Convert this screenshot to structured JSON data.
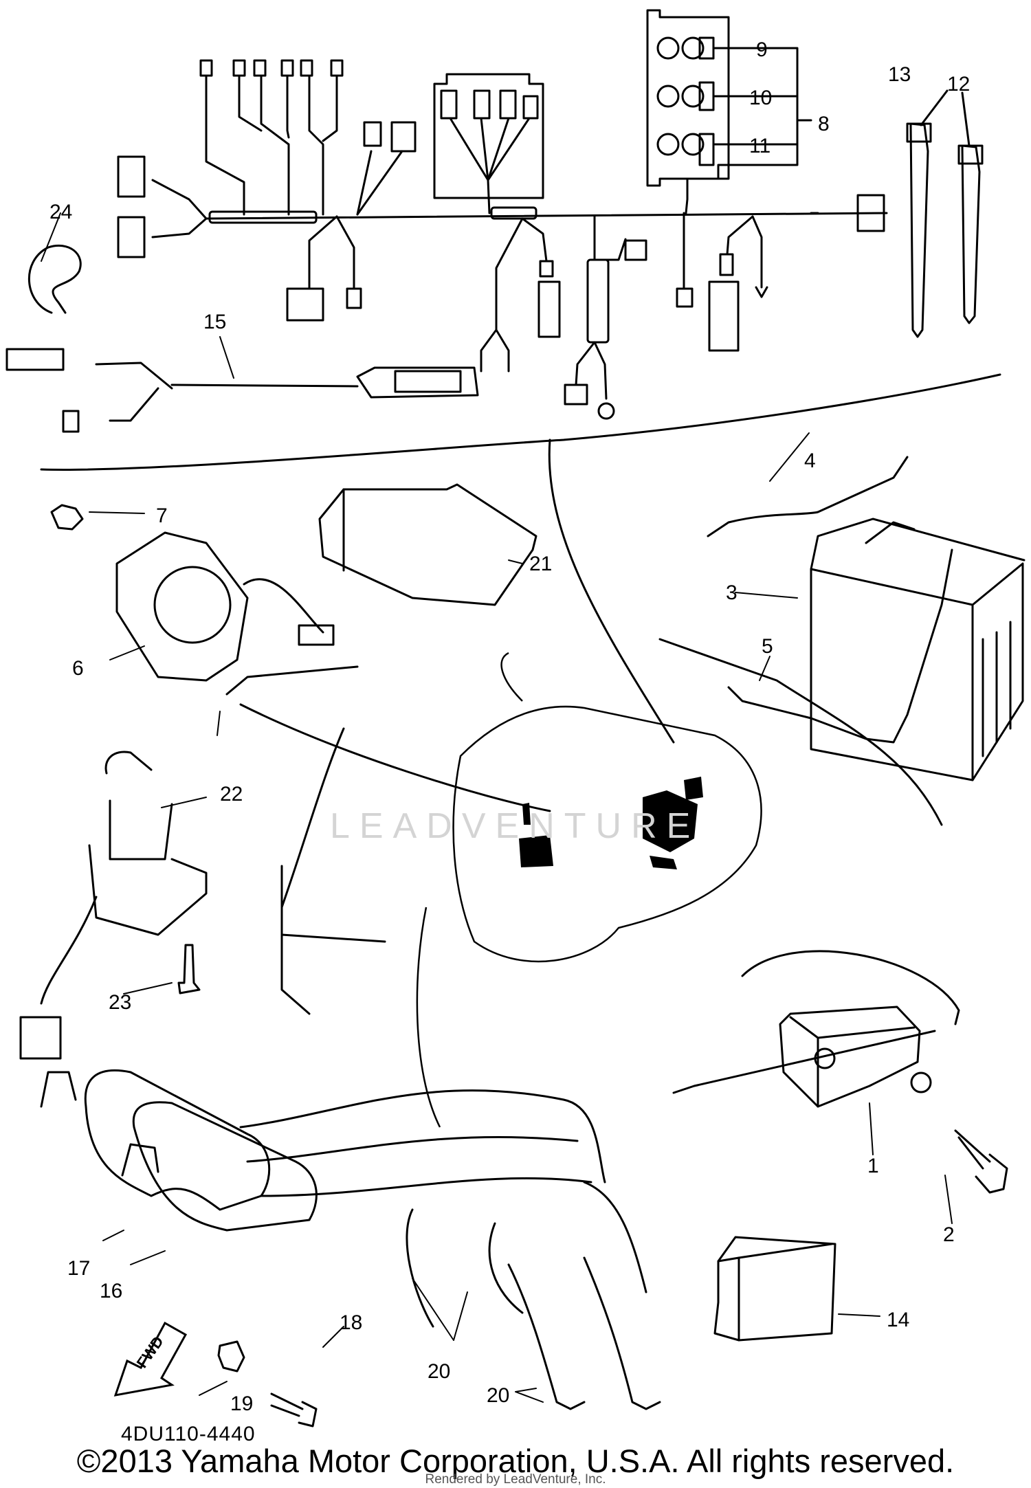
{
  "watermark": "LEADVENTURE",
  "callouts": [
    {
      "id": "c1",
      "text": "1"
    },
    {
      "id": "c2",
      "text": "2"
    },
    {
      "id": "c3",
      "text": "3"
    },
    {
      "id": "c4",
      "text": "4"
    },
    {
      "id": "c5",
      "text": "5"
    },
    {
      "id": "c6",
      "text": "6"
    },
    {
      "id": "c7",
      "text": "7"
    },
    {
      "id": "c8",
      "text": "8"
    },
    {
      "id": "c9",
      "text": "9"
    },
    {
      "id": "c10",
      "text": "10"
    },
    {
      "id": "c11",
      "text": "11"
    },
    {
      "id": "c12",
      "text": "12"
    },
    {
      "id": "c13",
      "text": "13"
    },
    {
      "id": "c14",
      "text": "14"
    },
    {
      "id": "c15",
      "text": "15"
    },
    {
      "id": "c16",
      "text": "16"
    },
    {
      "id": "c17",
      "text": "17"
    },
    {
      "id": "c18",
      "text": "18"
    },
    {
      "id": "c19",
      "text": "19"
    },
    {
      "id": "c20a",
      "text": "20"
    },
    {
      "id": "c20b",
      "text": "20"
    },
    {
      "id": "c21",
      "text": "21"
    },
    {
      "id": "c22",
      "text": "22"
    },
    {
      "id": "c23",
      "text": "23"
    },
    {
      "id": "c24",
      "text": "24"
    }
  ],
  "fwd_label": "FWD",
  "diagram_code": "4DU110-4440",
  "copyright": "©2013 Yamaha Motor Corporation, U.S.A. All rights reserved.",
  "rendered_by": "Rendered by LeadVenture, Inc."
}
